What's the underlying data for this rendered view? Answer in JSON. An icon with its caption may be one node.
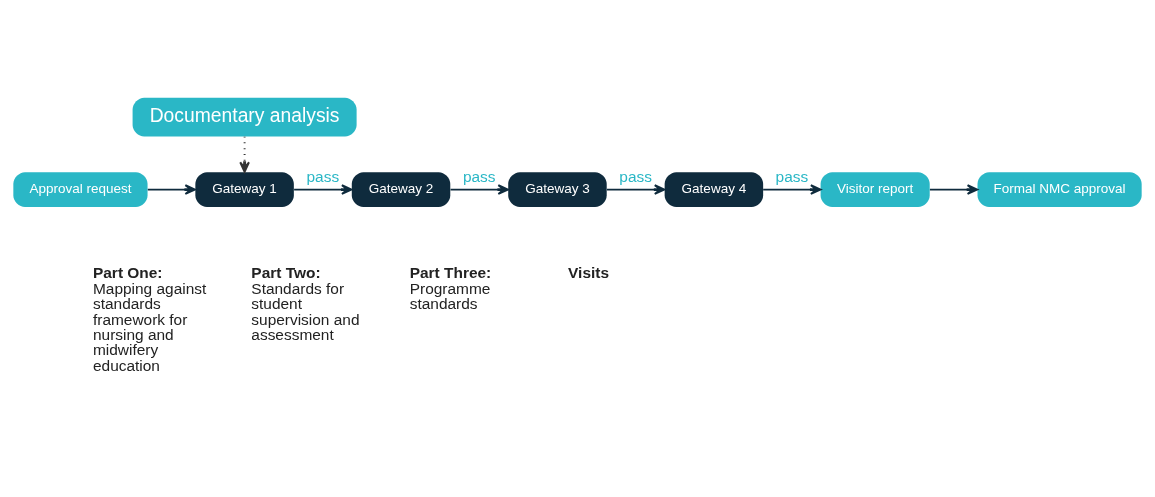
{
  "diagram": {
    "nodes": [
      {
        "text": [
          "Documentary analysis"
        ]
      },
      {
        "text": [
          "Approval request"
        ]
      },
      {
        "text": [
          "Gateway 1"
        ]
      },
      {
        "text": [
          "Gateway 2"
        ]
      },
      {
        "text": [
          "Gateway 3"
        ]
      },
      {
        "text": [
          "Gateway 4"
        ]
      },
      {
        "text": [
          "Visitor report"
        ]
      },
      {
        "text": [
          "Formal NMC approval"
        ]
      }
    ],
    "edges": [
      {
        "from": 0,
        "to": 2,
        "arrow": "to",
        "style": "dashed",
        "color": "#333333"
      },
      {
        "from": 1,
        "to": 2,
        "arrow": "to"
      },
      {
        "from": 2,
        "to": 3,
        "arrow": "to",
        "label": "pass"
      },
      {
        "from": 3,
        "to": 4,
        "arrow": "to",
        "label": "pass"
      },
      {
        "from": 4,
        "to": 5,
        "arrow": "to",
        "label": "pass"
      },
      {
        "from": 5,
        "to": 6,
        "arrow": "to",
        "label": "pass"
      },
      {
        "from": 6,
        "to": 7,
        "arrow": "to"
      }
    ],
    "labels": [
      "Part One:",
      "Mapping against standards framework for nursing and midwifery education",
      "Part Two:",
      "Standards for student supervision and assessment",
      "Part Three:",
      "Programme standards",
      "Visits"
    ]
  }
}
